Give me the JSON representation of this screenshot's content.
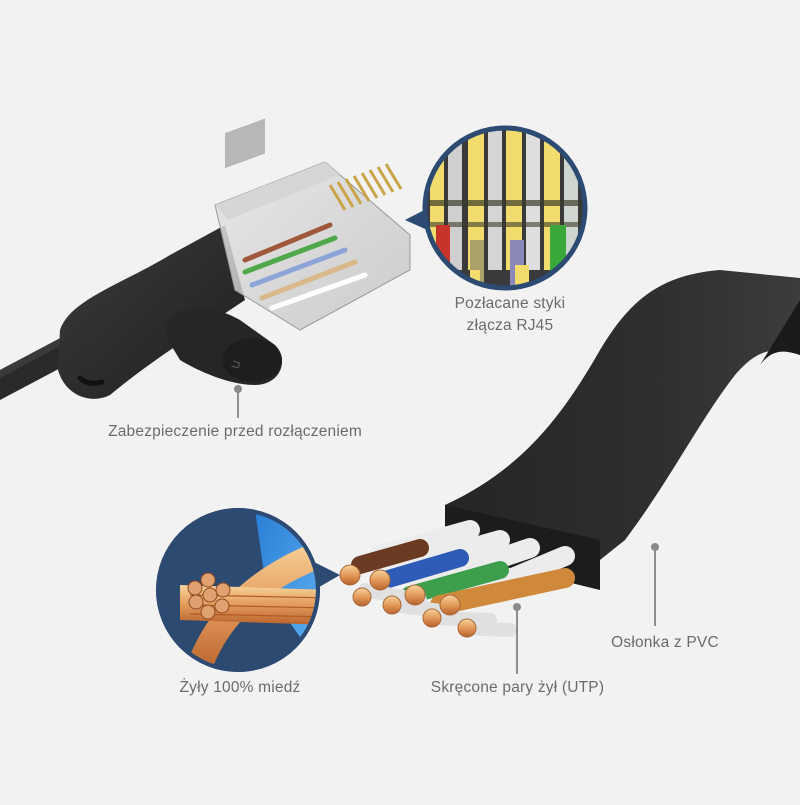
{
  "colors": {
    "background": "#f2f2f2",
    "label_text": "#6b6b6b",
    "leader_line": "#8e8e8e",
    "callout_ring": "#2c4a72",
    "cable_jacket": "#2b2b2b",
    "copper": "#d98c4e",
    "gold_pin": "#f3dc6e"
  },
  "callouts": {
    "gold_contacts": {
      "line1": "Pozłacane styki",
      "line2": "złącza RJ45",
      "icon": "gold-pins-magnified"
    },
    "anti_disconnect": {
      "label": "Zabezpieczenie przed rozłączeniem",
      "icon": "latch-protector"
    },
    "copper_cores": {
      "label": "Żyły 100% miedź",
      "icon": "copper-strands-magnified"
    },
    "twisted_pairs": {
      "label": "Skręcone pary żył (UTP)",
      "icon": "twisted-pairs"
    },
    "pvc_jacket": {
      "label": "Osłonka z PVC",
      "icon": "flat-cable-jacket"
    }
  },
  "product": {
    "connector": "RJ45",
    "pairs": [
      "brown",
      "blue",
      "green",
      "orange"
    ],
    "brand_mark": "u"
  }
}
